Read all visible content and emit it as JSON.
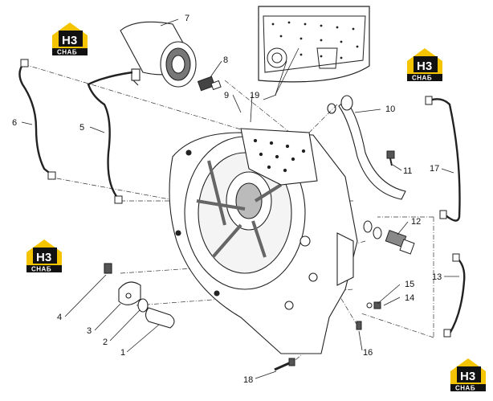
{
  "brand": {
    "mark": "H3",
    "sub": "CHAБ",
    "accent": "#f5c400",
    "dark": "#111111"
  },
  "callouts": [
    "1",
    "2",
    "3",
    "4",
    "5",
    "6",
    "7",
    "8",
    "9",
    "10",
    "11",
    "12",
    "13",
    "14",
    "15",
    "16",
    "17",
    "18",
    "19"
  ]
}
